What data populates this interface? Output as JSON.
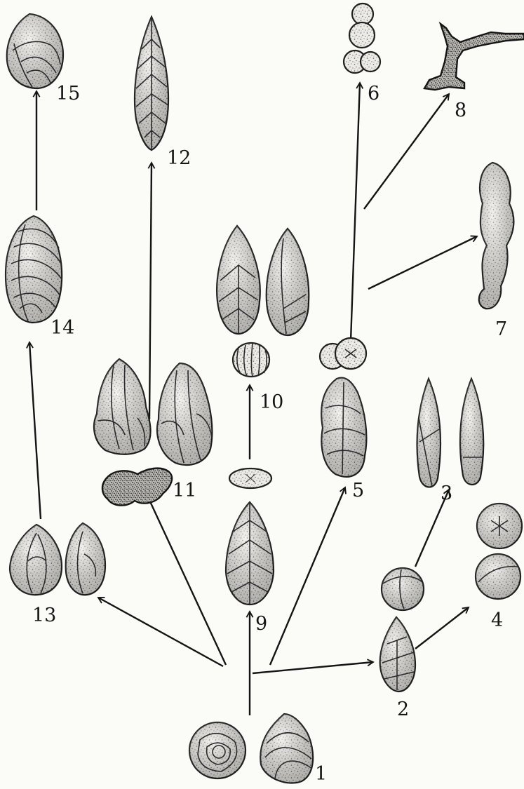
{
  "figure_labels": {
    "f1": "1",
    "f2": "2",
    "f3": "3",
    "f4": "4",
    "f5": "5",
    "f6": "6",
    "f7": "7",
    "f8": "8",
    "f9": "9",
    "f10": "10",
    "f11": "11",
    "f12": "12",
    "f13": "13",
    "f14": "14",
    "f15": "15"
  }
}
